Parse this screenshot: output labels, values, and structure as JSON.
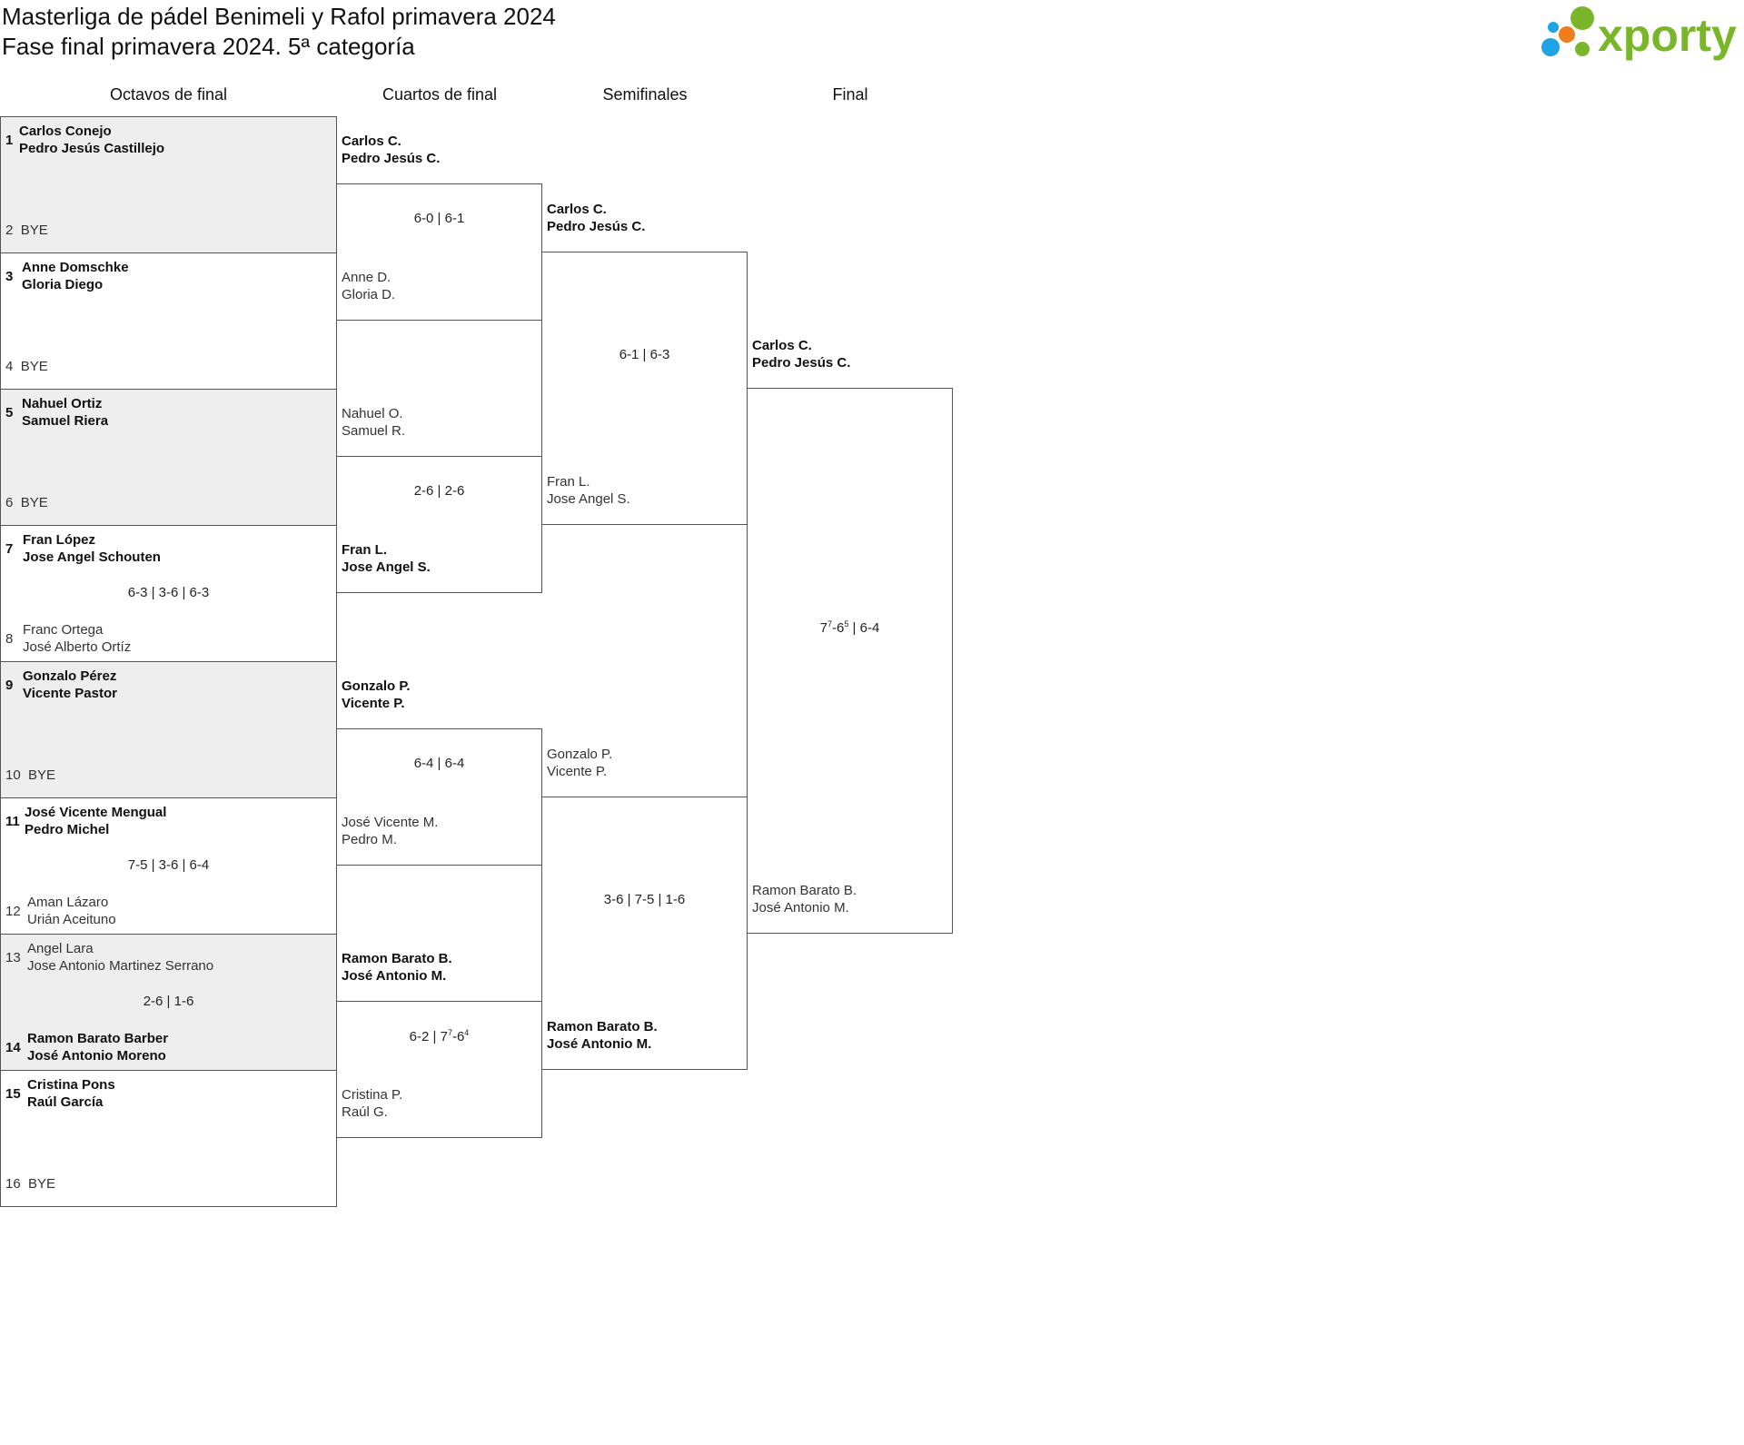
{
  "header": {
    "title": "Masterliga de pádel Benimeli y Rafol primavera 2024",
    "subtitle": "Fase final primavera 2024. 5ª categoría",
    "logo_text": "xporty",
    "logo_colors": {
      "green": "#7ab629",
      "blue": "#1ea3e3",
      "orange": "#f07d1b"
    }
  },
  "rounds": [
    "Octavos de final",
    "Cuartos de final",
    "Semifinales",
    "Final"
  ],
  "r16": [
    {
      "top": {
        "seed": "1",
        "p1": "Carlos Conejo",
        "p2": "Pedro Jesús Castillejo"
      },
      "bottom": {
        "seed": "2",
        "p1": "BYE"
      },
      "score": ""
    },
    {
      "top": {
        "seed": "3",
        "p1": "Anne Domschke",
        "p2": "Gloria Diego"
      },
      "bottom": {
        "seed": "4",
        "p1": "BYE"
      },
      "score": ""
    },
    {
      "top": {
        "seed": "5",
        "p1": "Nahuel Ortiz",
        "p2": "Samuel Riera"
      },
      "bottom": {
        "seed": "6",
        "p1": "BYE"
      },
      "score": ""
    },
    {
      "top": {
        "seed": "7",
        "p1": "Fran López",
        "p2": "Jose Angel Schouten"
      },
      "bottom": {
        "seed": "8",
        "p1": "Franc Ortega",
        "p2": "José Alberto Ortíz"
      },
      "score": "6-3 | 3-6 | 6-3"
    },
    {
      "top": {
        "seed": "9",
        "p1": "Gonzalo Pérez",
        "p2": "Vicente Pastor"
      },
      "bottom": {
        "seed": "10",
        "p1": "BYE"
      },
      "score": ""
    },
    {
      "top": {
        "seed": "11",
        "p1": "José Vicente Mengual",
        "p2": "Pedro Michel"
      },
      "bottom": {
        "seed": "12",
        "p1": "Aman Lázaro",
        "p2": "Urián Aceituno"
      },
      "score": "7-5 | 3-6 | 6-4"
    },
    {
      "top": {
        "seed": "13",
        "p1": "Angel Lara",
        "p2": "Jose Antonio Martinez Serrano"
      },
      "bottom": {
        "seed": "14",
        "p1": "Ramon Barato Barber",
        "p2": "José Antonio Moreno"
      },
      "score": "2-6 | 1-6"
    },
    {
      "top": {
        "seed": "15",
        "p1": "Cristina Pons",
        "p2": "Raúl García"
      },
      "bottom": {
        "seed": "16",
        "p1": "BYE"
      },
      "score": ""
    }
  ],
  "qf": [
    {
      "top": {
        "p1": "Carlos C.",
        "p2": "Pedro Jesús C."
      },
      "bottom": {
        "p1": "Anne D.",
        "p2": "Gloria D."
      },
      "score": "6-0 | 6-1"
    },
    {
      "top": {
        "p1": "Nahuel O.",
        "p2": "Samuel R."
      },
      "bottom": {
        "p1": "Fran L.",
        "p2": "Jose Angel S."
      },
      "score": "2-6 | 2-6"
    },
    {
      "top": {
        "p1": "Gonzalo P.",
        "p2": "Vicente P."
      },
      "bottom": {
        "p1": "José Vicente M.",
        "p2": "Pedro M."
      },
      "score": "6-4 | 6-4"
    },
    {
      "top": {
        "p1": "Ramon Barato B.",
        "p2": "José Antonio M."
      },
      "bottom": {
        "p1": "Cristina P.",
        "p2": "Raúl G."
      },
      "score_parts": [
        "6-2 | 7",
        "7",
        "-6",
        "4"
      ]
    }
  ],
  "sf": [
    {
      "top": {
        "p1": "Carlos C.",
        "p2": "Pedro Jesús C."
      },
      "bottom": {
        "p1": "Fran L.",
        "p2": "Jose Angel S."
      },
      "score": "6-1 | 6-3"
    },
    {
      "top": {
        "p1": "Gonzalo P.",
        "p2": "Vicente P."
      },
      "bottom": {
        "p1": "Ramon Barato B.",
        "p2": "José Antonio M."
      },
      "score": "3-6 | 7-5 | 1-6"
    }
  ],
  "final": {
    "top": {
      "p1": "Carlos C.",
      "p2": "Pedro Jesús C."
    },
    "bottom": {
      "p1": "Ramon Barato B.",
      "p2": "José Antonio M."
    },
    "score_parts": [
      "7",
      "7",
      "-6",
      "5",
      " | 6-4"
    ]
  }
}
